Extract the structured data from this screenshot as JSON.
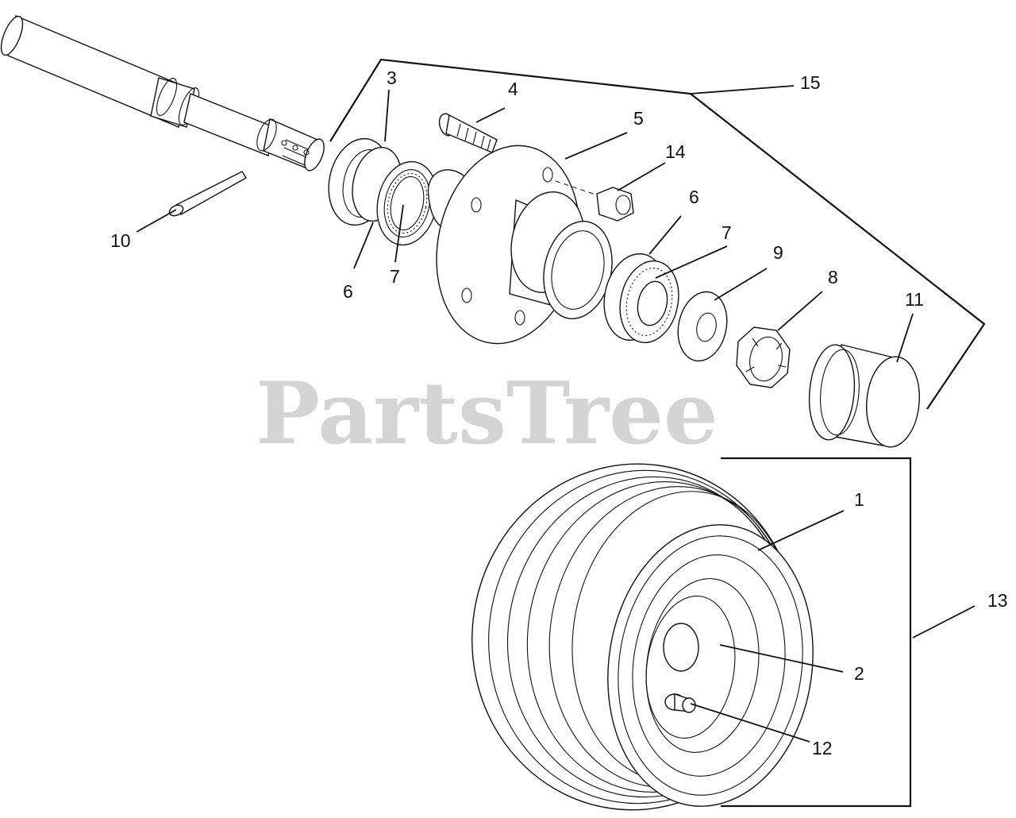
{
  "watermark": "PartsTree",
  "callouts": {
    "c1": "1",
    "c2": "2",
    "c3": "3",
    "c4": "4",
    "c5": "5",
    "c6a": "6",
    "c6b": "6",
    "c7a": "7",
    "c7b": "7",
    "c8": "8",
    "c9": "9",
    "c10": "10",
    "c11": "11",
    "c12": "12",
    "c13": "13",
    "c14": "14",
    "c15": "15"
  }
}
